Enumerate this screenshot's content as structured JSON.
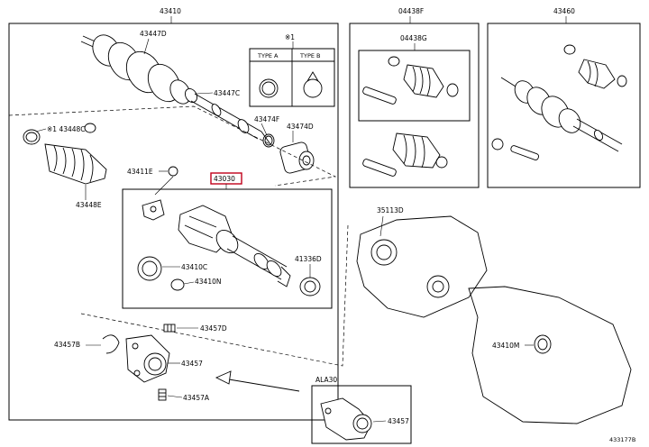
{
  "title_parts": {
    "p43410": "43410",
    "p04438F": "04438F",
    "p43460": "43460"
  },
  "labels": {
    "p43447D": "43447D",
    "p43447C": "43447C",
    "p43474F": "43474F",
    "p43474D": "43474D",
    "p43448C": "※1 43448C",
    "p43448E": "43448E",
    "p43411E": "43411E",
    "p43030": "43030",
    "p43410C": "43410C",
    "p43410N": "43410N",
    "p41336D": "41336D",
    "p43457D": "43457D",
    "p43457B": "43457B",
    "p43457": "43457",
    "p43457A": "43457A",
    "p04438G": "04438G",
    "p35113D": "35113D",
    "p43410M": "43410M",
    "p43457_ala": "43457",
    "ala30": "ALA30",
    "note1": "※1",
    "typeA": "TYPE A",
    "typeB": "TYPE B",
    "figure_id": "433177B"
  },
  "highlight_color": "#c0001a"
}
